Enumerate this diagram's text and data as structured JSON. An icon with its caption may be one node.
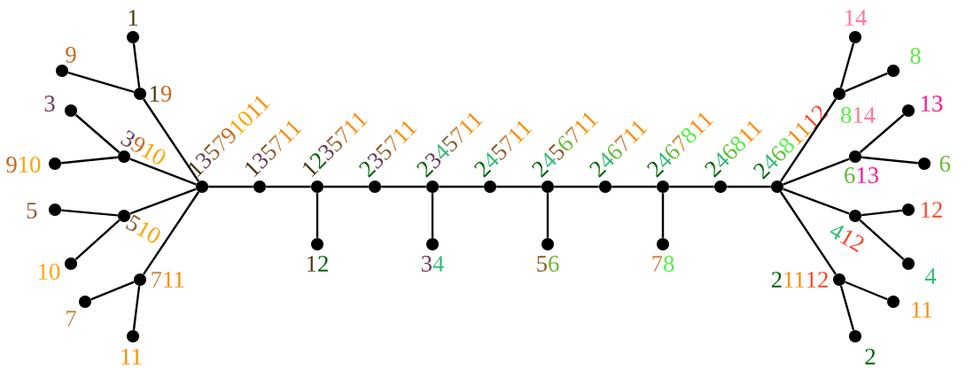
{
  "diagram": {
    "nodes": [
      {
        "text": [
          "1",
          "3",
          "5",
          "7",
          "9",
          "10",
          "11"
        ]
      },
      {
        "text": [
          "1",
          "9"
        ]
      },
      {
        "text": [
          "1"
        ]
      },
      {
        "text": [
          "9"
        ]
      },
      {
        "text": [
          "3",
          "9",
          "10"
        ]
      },
      {
        "text": [
          "3"
        ]
      },
      {
        "text": [
          "9",
          "10"
        ]
      },
      {
        "text": [
          "5",
          "10"
        ]
      },
      {
        "text": [
          "5"
        ]
      },
      {
        "text": [
          "10"
        ]
      },
      {
        "text": [
          "7",
          "11"
        ]
      },
      {
        "text": [
          "7"
        ]
      },
      {
        "text": [
          "11"
        ]
      },
      {
        "text": [
          "1",
          "3",
          "5",
          "7",
          "11"
        ]
      },
      {
        "text": [
          "1",
          "2",
          "3",
          "5",
          "7",
          "11"
        ]
      },
      {
        "text": [
          "2",
          "3",
          "5",
          "7",
          "11"
        ]
      },
      {
        "text": [
          "2",
          "3",
          "4",
          "5",
          "7",
          "11"
        ]
      },
      {
        "text": [
          "2",
          "4",
          "5",
          "7",
          "11"
        ]
      },
      {
        "text": [
          "2",
          "4",
          "5",
          "6",
          "7",
          "11"
        ]
      },
      {
        "text": [
          "2",
          "4",
          "6",
          "7",
          "11"
        ]
      },
      {
        "text": [
          "2",
          "4",
          "6",
          "7",
          "8",
          "11"
        ]
      },
      {
        "text": [
          "2",
          "4",
          "6",
          "8",
          "11"
        ]
      },
      {
        "text": [
          "2",
          "4",
          "6",
          "8",
          "11",
          "12"
        ]
      },
      {
        "text": [
          "1",
          "2"
        ]
      },
      {
        "text": [
          "3",
          "4"
        ]
      },
      {
        "text": [
          "5",
          "6"
        ]
      },
      {
        "text": [
          "7",
          "8"
        ]
      },
      {
        "text": [
          "8",
          "14"
        ]
      },
      {
        "text": [
          "14"
        ]
      },
      {
        "text": [
          "8"
        ]
      },
      {
        "text": [
          "6",
          "13"
        ]
      },
      {
        "text": [
          "13"
        ]
      },
      {
        "text": [
          "6"
        ]
      },
      {
        "text": [
          "4",
          "12"
        ]
      },
      {
        "text": [
          "12"
        ]
      },
      {
        "text": [
          "4"
        ]
      },
      {
        "text": [
          "2",
          "11",
          "12"
        ]
      },
      {
        "text": [
          "11"
        ]
      },
      {
        "text": [
          "2"
        ]
      }
    ],
    "edges": [
      {
        "from": 0,
        "to": 1,
        "arrow": "none"
      },
      {
        "from": 1,
        "to": 2,
        "arrow": "none"
      },
      {
        "from": 1,
        "to": 3,
        "arrow": "none"
      },
      {
        "from": 0,
        "to": 4,
        "arrow": "none"
      },
      {
        "from": 4,
        "to": 5,
        "arrow": "none"
      },
      {
        "from": 4,
        "to": 6,
        "arrow": "none"
      },
      {
        "from": 0,
        "to": 7,
        "arrow": "none"
      },
      {
        "from": 7,
        "to": 8,
        "arrow": "none"
      },
      {
        "from": 7,
        "to": 9,
        "arrow": "none"
      },
      {
        "from": 0,
        "to": 10,
        "arrow": "none"
      },
      {
        "from": 10,
        "to": 11,
        "arrow": "none"
      },
      {
        "from": 10,
        "to": 12,
        "arrow": "none"
      },
      {
        "from": 0,
        "to": 13,
        "arrow": "none"
      },
      {
        "from": 13,
        "to": 14,
        "arrow": "none"
      },
      {
        "from": 14,
        "to": 15,
        "arrow": "none"
      },
      {
        "from": 15,
        "to": 16,
        "arrow": "none"
      },
      {
        "from": 16,
        "to": 17,
        "arrow": "none"
      },
      {
        "from": 17,
        "to": 18,
        "arrow": "none"
      },
      {
        "from": 18,
        "to": 19,
        "arrow": "none"
      },
      {
        "from": 19,
        "to": 20,
        "arrow": "none"
      },
      {
        "from": 20,
        "to": 21,
        "arrow": "none"
      },
      {
        "from": 21,
        "to": 22,
        "arrow": "none"
      },
      {
        "from": 14,
        "to": 23,
        "arrow": "none"
      },
      {
        "from": 16,
        "to": 24,
        "arrow": "none"
      },
      {
        "from": 18,
        "to": 25,
        "arrow": "none"
      },
      {
        "from": 20,
        "to": 26,
        "arrow": "none"
      },
      {
        "from": 22,
        "to": 27,
        "arrow": "none"
      },
      {
        "from": 27,
        "to": 28,
        "arrow": "none"
      },
      {
        "from": 27,
        "to": 29,
        "arrow": "none"
      },
      {
        "from": 22,
        "to": 30,
        "arrow": "none"
      },
      {
        "from": 30,
        "to": 31,
        "arrow": "none"
      },
      {
        "from": 30,
        "to": 32,
        "arrow": "none"
      },
      {
        "from": 22,
        "to": 33,
        "arrow": "none"
      },
      {
        "from": 33,
        "to": 34,
        "arrow": "none"
      },
      {
        "from": 33,
        "to": 35,
        "arrow": "none"
      },
      {
        "from": 22,
        "to": 36,
        "arrow": "none"
      },
      {
        "from": 36,
        "to": 37,
        "arrow": "none"
      },
      {
        "from": 36,
        "to": 38,
        "arrow": "none"
      }
    ]
  }
}
